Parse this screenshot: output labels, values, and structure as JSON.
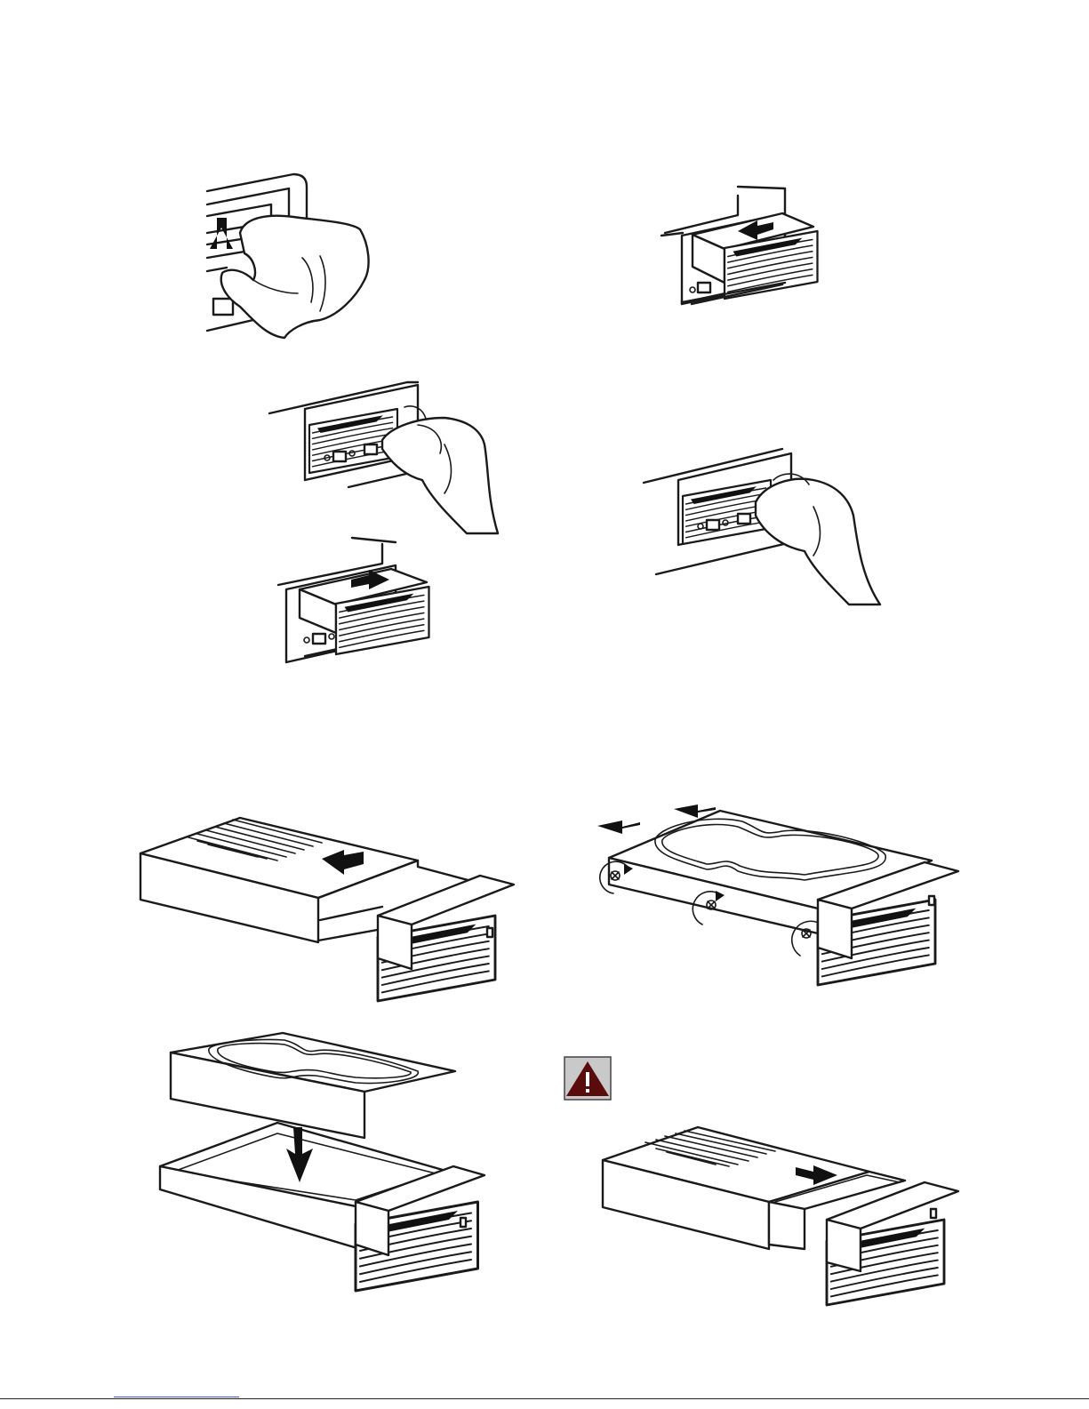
{
  "page": {
    "figures": [
      {
        "id": "fig-unlock-latch",
        "icon": "hand-unlock-icon",
        "motion": "up-arrow"
      },
      {
        "id": "fig-insert-tray",
        "icon": "tray-insert-icon",
        "motion": "left-arrow"
      },
      {
        "id": "fig-turn-key-left",
        "icon": "key-turn-icon",
        "motion": "rotate"
      },
      {
        "id": "fig-turn-key-right",
        "icon": "key-turn-icon",
        "motion": "rotate"
      },
      {
        "id": "fig-pull-tray",
        "icon": "tray-pull-icon",
        "motion": "right-arrow"
      },
      {
        "id": "fig-slide-cover",
        "icon": "cover-slide-icon",
        "motion": "left-arrow"
      },
      {
        "id": "fig-secure-drive-screws",
        "icon": "screw-icon",
        "motion": "rotate"
      },
      {
        "id": "fig-place-drive",
        "icon": "drive-place-icon",
        "motion": "down-arrow"
      },
      {
        "id": "fig-close-cover",
        "icon": "cover-close-icon",
        "motion": "right-arrow"
      }
    ],
    "warning": {
      "icon": "warning-triangle-icon",
      "color": "#5a0c0c",
      "glyph": "!"
    },
    "colors": {
      "line": "#1a1a1a",
      "link": "#3b4fd6"
    }
  }
}
